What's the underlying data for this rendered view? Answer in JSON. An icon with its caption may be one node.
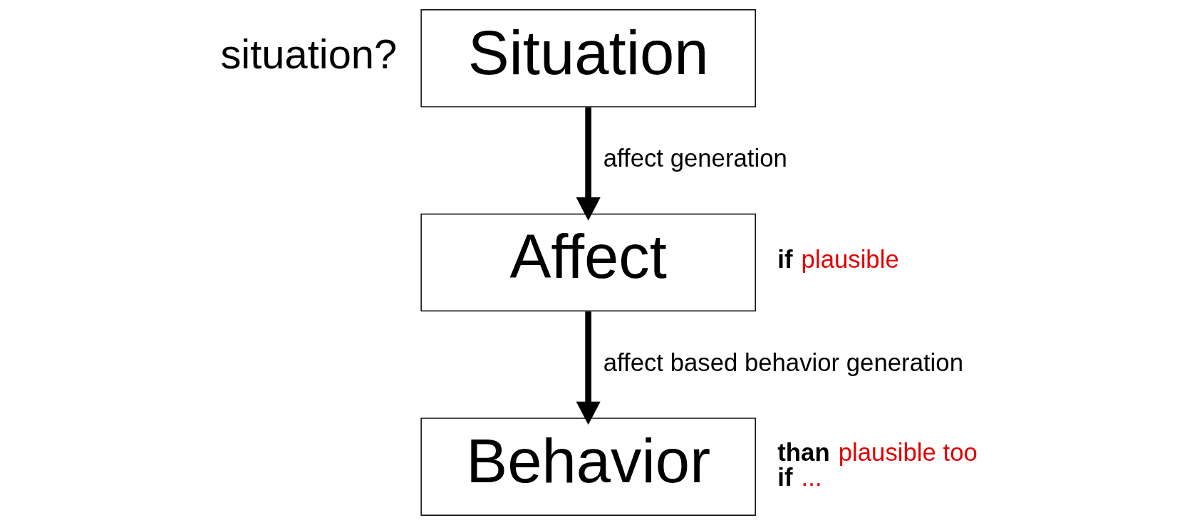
{
  "diagram": {
    "nodes": [
      {
        "text": [
          "Situation"
        ]
      },
      {
        "text": [
          "Affect"
        ],
        "beside": [
          "**if** plausible"
        ]
      },
      {
        "text": [
          "Behavior"
        ],
        "beside": [
          "**than** plausible too **if** ..."
        ]
      }
    ],
    "edges": [
      {
        "from": 0,
        "to": 1,
        "arrow": "to",
        "label": "affect generation"
      },
      {
        "from": 1,
        "to": 2,
        "arrow": "to",
        "label": "affect based behavior generation"
      }
    ],
    "labels": [
      "situation?"
    ]
  }
}
